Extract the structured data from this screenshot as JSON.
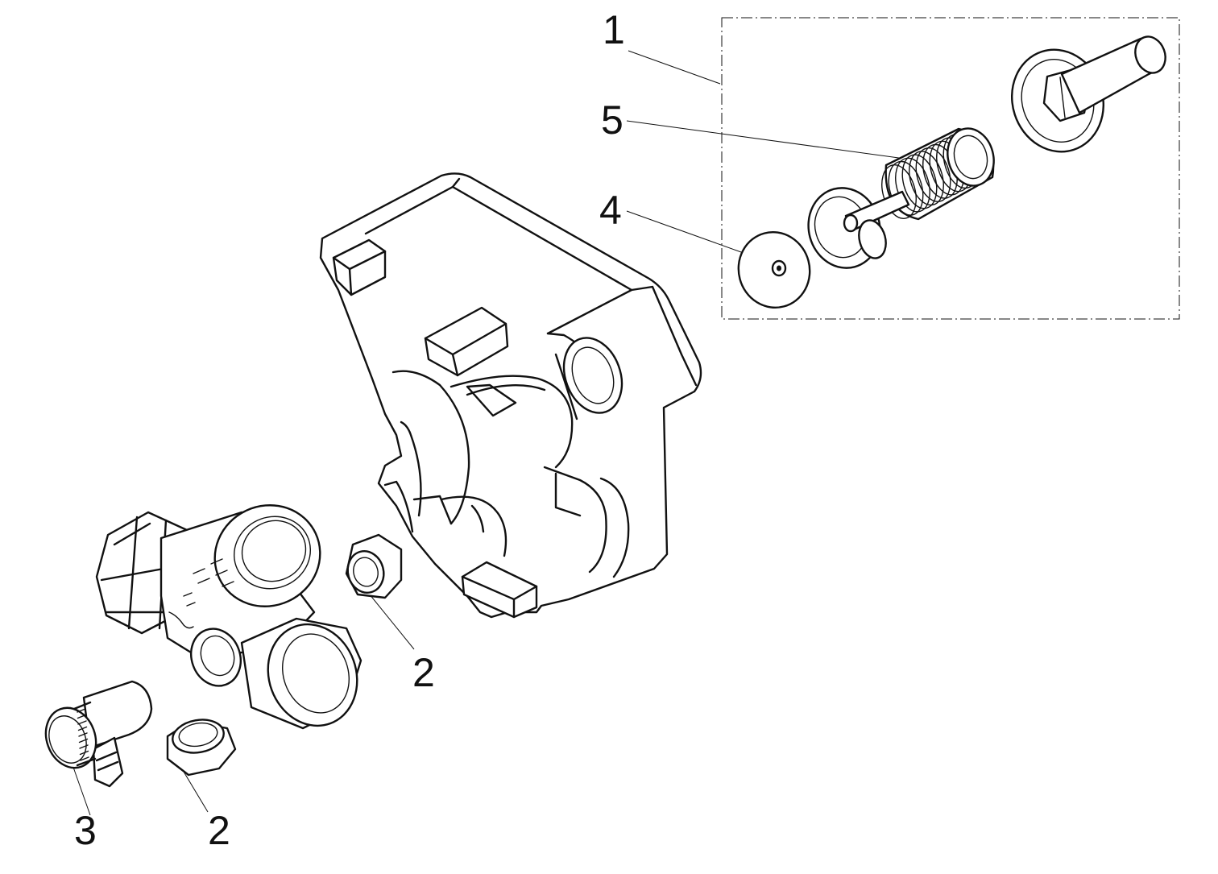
{
  "callouts": {
    "c1": "1",
    "c5": "5",
    "c4": "4",
    "c2a": "2",
    "c2b": "2",
    "c3": "3"
  },
  "colors": {
    "line": "#111111",
    "background": "#ffffff"
  }
}
